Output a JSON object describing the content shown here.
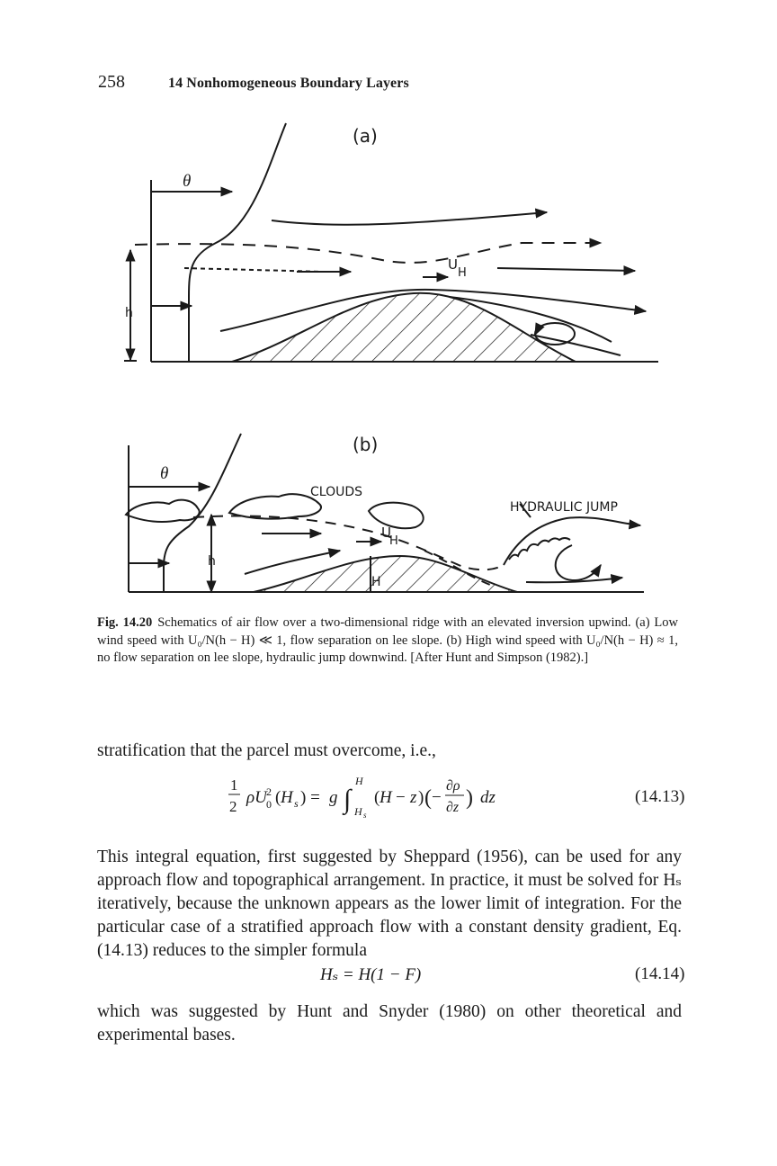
{
  "header": {
    "page_number": "258",
    "chapter_title": "14 Nonhomogeneous Boundary Layers"
  },
  "figure": {
    "panel_a": {
      "label": "(a)",
      "theta": "θ",
      "h": "h",
      "uh_u": "U",
      "uh_sub": "H"
    },
    "panel_b": {
      "label": "(b)",
      "theta": "θ",
      "h": "h",
      "clouds": "CLOUDS",
      "hydraulic_jump": "HYDRAULIC JUMP",
      "uh_u": "U",
      "uh_sub": "H",
      "H": "H"
    }
  },
  "caption": {
    "label": "Fig. 14.20",
    "text": "Schematics of air flow over a two-dimensional ridge with an elevated inversion upwind. (a) Low wind speed with U₀/N(h − H) ≪ 1, flow separation on lee slope. (b) High wind speed with U₀/N(h − H) ≈ 1, no flow separation on lee slope, hydraulic jump downwind. [After Hunt and Simpson (1982).]"
  },
  "body": {
    "line_intro": "stratification that the parcel must overcome, i.e.,",
    "eq1_number": "(14.13)",
    "paragraph": "This integral equation, first suggested by Sheppard (1956), can be used for any approach flow and topographical arrangement. In practice, it must be solved for Hₛ iteratively, because the unknown appears as the lower limit of integration. For the particular case of a stratified approach flow with a constant density gradient, Eq. (14.13) reduces to the simpler formula",
    "eq2": "Hₛ = H(1 − F)",
    "eq2_number": "(14.14)",
    "closing": "which was suggested by Hunt and Snyder (1980) on other theoretical and experimental bases."
  }
}
